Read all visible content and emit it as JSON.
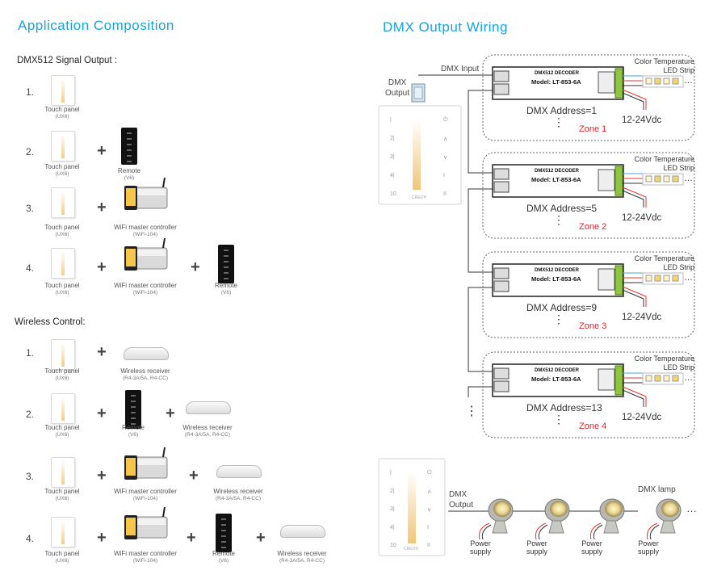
{
  "left": {
    "title": "Application Composition",
    "dmx_section": "DMX512 Signal Output :",
    "wireless_section": "Wireless Control:",
    "rows": [
      {
        "num": "1.",
        "items": [
          {
            "name": "Touch panel",
            "model": "(UX6)"
          }
        ]
      },
      {
        "num": "2.",
        "items": [
          {
            "name": "Touch panel",
            "model": "(UX6)"
          },
          {
            "name": "Remote",
            "model": "(V6)"
          }
        ]
      },
      {
        "num": "3.",
        "items": [
          {
            "name": "Touch panel",
            "model": "(UX6)"
          },
          {
            "name": "WiFi master controller",
            "model": "(WiFi-104)"
          }
        ]
      },
      {
        "num": "4.",
        "items": [
          {
            "name": "Touch panel",
            "model": "(UX6)"
          },
          {
            "name": "WiFi master controller",
            "model": "(WiFi-104)"
          },
          {
            "name": "Remote",
            "model": "(V6)"
          }
        ]
      },
      {
        "num": "1.",
        "items": [
          {
            "name": "Touch panel",
            "model": "(UX6)"
          },
          {
            "name": "Wireless receiver",
            "model": "(R4-3A/5A, R4-CC)"
          }
        ]
      },
      {
        "num": "2.",
        "items": [
          {
            "name": "Touch panel",
            "model": "(UX6)"
          },
          {
            "name": "Remote",
            "model": "(V6)"
          },
          {
            "name": "Wireless receiver",
            "model": "(R4-3A/5A, R4-CC)"
          }
        ]
      },
      {
        "num": "3.",
        "items": [
          {
            "name": "Touch panel",
            "model": "(UX6)"
          },
          {
            "name": "WiFi master controller",
            "model": "(WiFi-104)"
          },
          {
            "name": "Wireless receiver",
            "model": "(R4-3A/5A, R4-CC)"
          }
        ]
      },
      {
        "num": "4.",
        "items": [
          {
            "name": "Touch panel",
            "model": "(UX6)"
          },
          {
            "name": "WiFi master controller",
            "model": "(WiFi-104)"
          },
          {
            "name": "Remote",
            "model": "(V6)"
          },
          {
            "name": "Wireless receiver",
            "model": "(R4-3A/5A, R4-CC)"
          }
        ]
      }
    ],
    "plus": "+"
  },
  "right": {
    "title": "DMX Output Wiring",
    "dmx_input": "DMX Input",
    "dmx_output": [
      "DMX",
      "Output"
    ],
    "decoder_title": "DMX512 DECODER",
    "decoder_model": "Model: LT-853-6A",
    "strip_label": [
      "Color Temperature",
      "LED Strip"
    ],
    "voltage": "12-24Vdc",
    "zones": [
      {
        "address": "DMX Address=1",
        "zone": "Zone 1"
      },
      {
        "address": "DMX Address=5",
        "zone": "Zone 2"
      },
      {
        "address": "DMX Address=9",
        "zone": "Zone 3"
      },
      {
        "address": "DMX Address=13",
        "zone": "Zone 4"
      }
    ],
    "lamp_output": [
      "DMX",
      "Output"
    ],
    "lamp_label": "DMX lamp",
    "power_supply": [
      "Power",
      "supply"
    ],
    "ellipsis": "…",
    "vdots": "⋮",
    "panel_label": "CREOH",
    "panel_keys_left": [
      "|",
      "2|",
      "3|",
      "4|",
      "10"
    ],
    "panel_keys_right": [
      "⏻",
      "∧",
      "∨",
      "I",
      "II"
    ]
  }
}
